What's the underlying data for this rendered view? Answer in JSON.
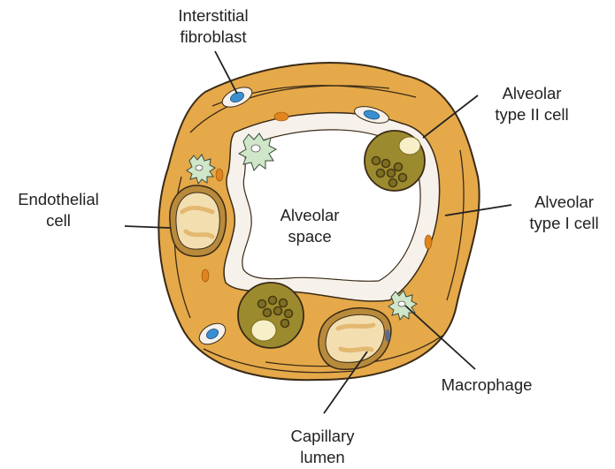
{
  "colors": {
    "wall": "#e5a94a",
    "wall_dark": "#d4923a",
    "wall_outline": "#3a2a16",
    "lining": "#f6f1ea",
    "type2_cell": "#9c8a2f",
    "type2_dark": "#7d6f22",
    "granule": "#4a3b12",
    "nucleus": "#f7efc8",
    "capillary_inner": "#f3deb0",
    "capillary_rim": "#b88a3b",
    "fibroblast_nucleus": "#3a8fd0",
    "orange_nucleus": "#e0841c",
    "macrophage": "#cfe6c8"
  },
  "labels": {
    "interstitial_fibroblast": [
      "Interstitial",
      "fibroblast"
    ],
    "alveolar_type2": [
      "Alveolar",
      "type II cell"
    ],
    "alveolar_type1": [
      "Alveolar",
      "type I cell"
    ],
    "endothelial": [
      "Endothelial",
      "cell"
    ],
    "alveolar_space": [
      "Alveolar",
      "space"
    ],
    "macrophage": [
      "Macrophage"
    ],
    "capillary_lumen": [
      "Capillary",
      "lumen"
    ]
  }
}
